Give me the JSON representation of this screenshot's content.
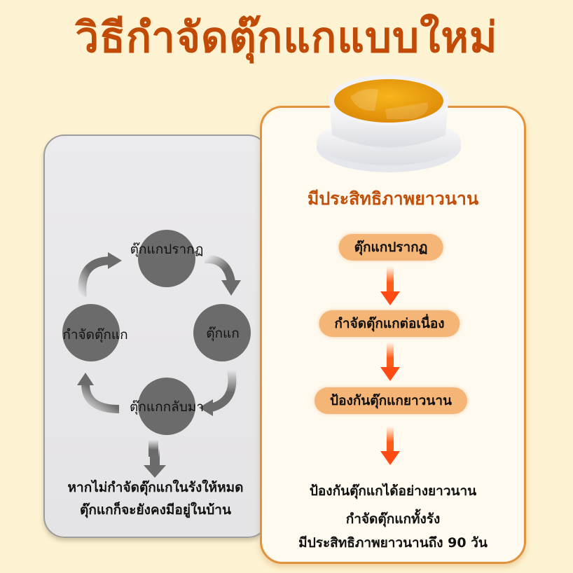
{
  "title": "วิธีกำจัดตุ๊กแกแบบใหม่",
  "colors": {
    "background": "#fdf2d1",
    "title": "#c04a06",
    "accent_orange": "#e2923c",
    "pill": "#f4b577",
    "arrow_orange": "#ff4a14",
    "cycle_gray": "#6b6b6b"
  },
  "left_panel": {
    "cycle": [
      {
        "label": "ตุ๊กแกปรากฏ"
      },
      {
        "label": "ตุ๊กแก"
      },
      {
        "label": "ตุ๊กแกกลับมา"
      },
      {
        "label": "กำจัดตุ๊กแก"
      }
    ],
    "note_lines": [
      "หากไม่กำจัดตุ๊กแกในรังให้หมด",
      "ตุ๊กแกก็จะยังคงมีอยู่ในบ้าน"
    ]
  },
  "right_panel": {
    "product_icon": "bait-bowl-icon",
    "heading": "มีประสิทธิภาพยาวนาน",
    "steps": [
      {
        "label": "ตุ๊กแกปรากฏ"
      },
      {
        "label": "กำจัดตุ๊กแกต่อเนื่อง"
      },
      {
        "label": "ป้องกันตุ๊กแกยาวนาน"
      }
    ],
    "result_lines": [
      "ป้องกันตุ๊กแกได้อย่างยาวนาน",
      "กำจัดตุ๊กแกทั้งรัง",
      "มีประสิทธิภาพยาวนานถึง 90 วัน"
    ]
  }
}
